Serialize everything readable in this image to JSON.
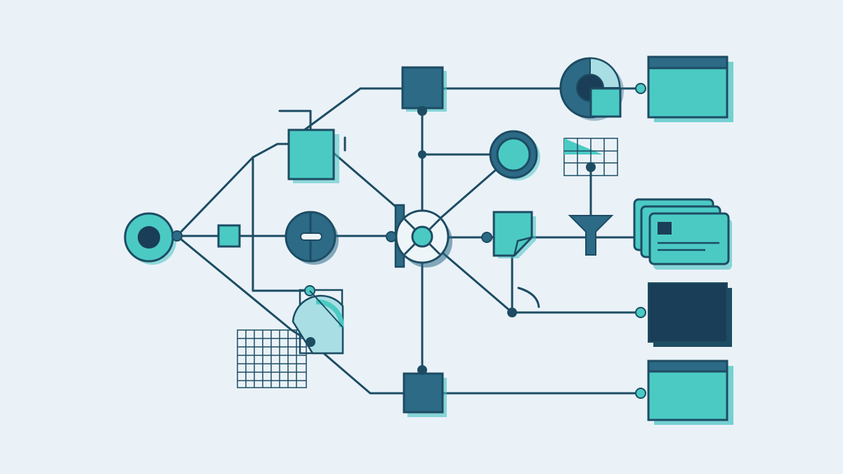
{
  "colors": {
    "background": "#eaf2f8",
    "line": "#1d4c63",
    "dark": "#1a3e57",
    "mid": "#2c6a86",
    "teal": "#4bcac4",
    "teal_shadow": "#43c2c2",
    "light_teal": "#a9dfe4",
    "pale": "#eef5f9"
  },
  "nodes": [
    {
      "id": "source",
      "icon": "target-icon"
    },
    {
      "id": "small-square",
      "icon": "square-icon"
    },
    {
      "id": "top-left-box",
      "icon": "box-icon"
    },
    {
      "id": "valve",
      "icon": "valve-icon"
    },
    {
      "id": "gauge",
      "icon": "gauge-icon"
    },
    {
      "id": "grid-left",
      "icon": "grid-icon"
    },
    {
      "id": "hub",
      "icon": "hub-icon"
    },
    {
      "id": "bar-gate",
      "icon": "bar-icon"
    },
    {
      "id": "top-box",
      "icon": "box-icon"
    },
    {
      "id": "bottom-box",
      "icon": "box-icon"
    },
    {
      "id": "circle-node",
      "icon": "circle-icon"
    },
    {
      "id": "grid-right",
      "icon": "grid-icon"
    },
    {
      "id": "funnel",
      "icon": "filter-icon"
    },
    {
      "id": "document",
      "icon": "document-icon"
    },
    {
      "id": "donut",
      "icon": "donut-icon"
    },
    {
      "id": "panel-top",
      "icon": "window-icon"
    },
    {
      "id": "cards",
      "icon": "card-stack-icon"
    },
    {
      "id": "panel-dark",
      "icon": "dark-panel-icon"
    },
    {
      "id": "panel-bottom",
      "icon": "window-icon"
    }
  ]
}
